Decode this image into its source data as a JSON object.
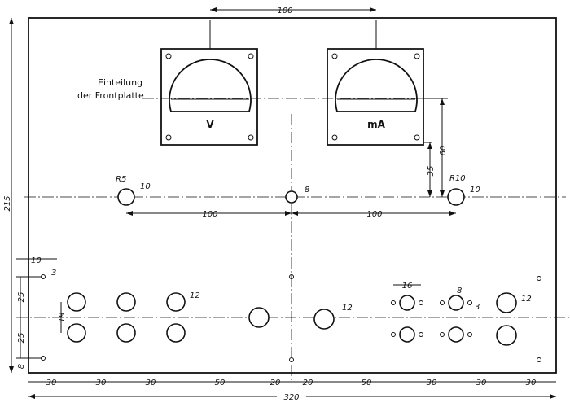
{
  "title": [
    "Einteilung",
    "der Frontplatte"
  ],
  "meters": [
    {
      "label": "V"
    },
    {
      "label": "mA"
    }
  ],
  "dims": {
    "top_100": "100",
    "height_215": "215",
    "meter_60": "60",
    "meter_35": "35",
    "r5": "R5",
    "r10": "R10",
    "hole_10a": "10",
    "hole_8": "8",
    "hole_10b": "10",
    "mid_100a": "100",
    "mid_100b": "100",
    "left_10": "10",
    "small_3": "3",
    "v_25a": "25",
    "v_25b": "25",
    "v_19": "19",
    "v_8": "8",
    "d12a": "12",
    "d12b": "12",
    "d12c": "12",
    "w16": "16",
    "d8": "8",
    "d3": "3",
    "bottom": [
      "30",
      "30",
      "30",
      "50",
      "20",
      "20",
      "50",
      "30",
      "30",
      "30"
    ],
    "total_320": "320"
  }
}
